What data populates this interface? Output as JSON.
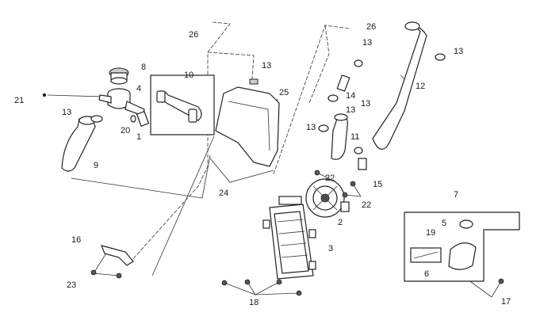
{
  "callouts": [
    {
      "id": "c26a",
      "text": "26"
    },
    {
      "id": "c26b",
      "text": "26"
    },
    {
      "id": "c13a",
      "text": "13"
    },
    {
      "id": "c13b",
      "text": "13"
    },
    {
      "id": "c13c",
      "text": "13"
    },
    {
      "id": "c13d",
      "text": "13"
    },
    {
      "id": "c13e",
      "text": "13"
    },
    {
      "id": "c13f",
      "text": "13"
    },
    {
      "id": "c13g",
      "text": "13"
    },
    {
      "id": "c8",
      "text": "8"
    },
    {
      "id": "c10",
      "text": "10"
    },
    {
      "id": "c4",
      "text": "4"
    },
    {
      "id": "c21",
      "text": "21"
    },
    {
      "id": "c20",
      "text": "20"
    },
    {
      "id": "c1",
      "text": "1"
    },
    {
      "id": "c9",
      "text": "9"
    },
    {
      "id": "c25",
      "text": "25"
    },
    {
      "id": "c14",
      "text": "14"
    },
    {
      "id": "c12",
      "text": "12"
    },
    {
      "id": "c11",
      "text": "11"
    },
    {
      "id": "c15",
      "text": "15"
    },
    {
      "id": "c22a",
      "text": "22"
    },
    {
      "id": "c22b",
      "text": "22"
    },
    {
      "id": "c24",
      "text": "24"
    },
    {
      "id": "c2",
      "text": "2"
    },
    {
      "id": "c7",
      "text": "7"
    },
    {
      "id": "c5",
      "text": "5"
    },
    {
      "id": "c19",
      "text": "19"
    },
    {
      "id": "c6",
      "text": "6"
    },
    {
      "id": "c16",
      "text": "16"
    },
    {
      "id": "c3",
      "text": "3"
    },
    {
      "id": "c23",
      "text": "23"
    },
    {
      "id": "c18",
      "text": "18"
    },
    {
      "id": "c17",
      "text": "17"
    }
  ]
}
